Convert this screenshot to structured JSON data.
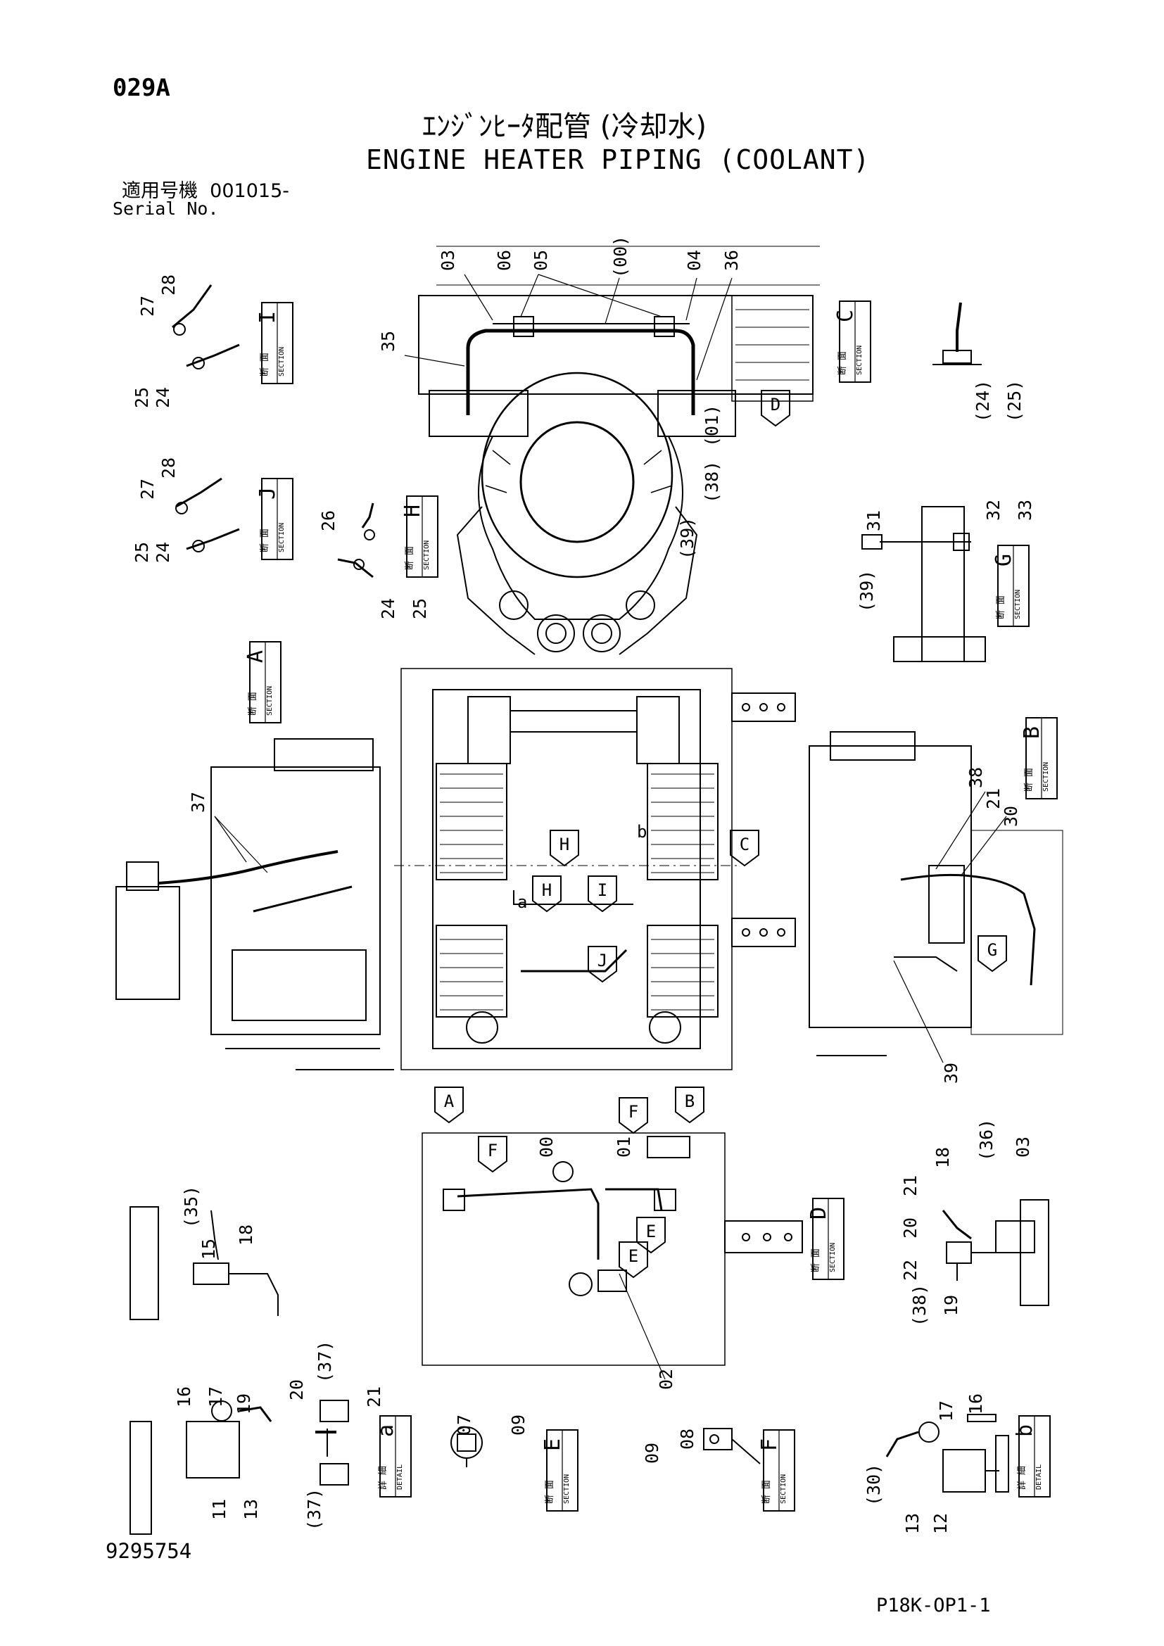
{
  "header": {
    "page_code": "029A",
    "title_jp": "ｴﾝｼﾞﾝﾋｰﾀ配管 (冷却水)",
    "title_en": "ENGINE HEATER PIPING (COOLANT)",
    "serial_label_jp": "適用号機",
    "serial_value": "001015-",
    "serial_label_en": "Serial No."
  },
  "footer": {
    "drawing_number": "9295754",
    "sheet_code": "P18K-OP1-1"
  },
  "section_boxes": [
    {
      "letter": "I",
      "kanji": "断 面",
      "word": "SECTION"
    },
    {
      "letter": "J",
      "kanji": "断 面",
      "word": "SECTION"
    },
    {
      "letter": "H",
      "kanji": "断 面",
      "word": "SECTION"
    },
    {
      "letter": "C",
      "kanji": "断 面",
      "word": "SECTION"
    },
    {
      "letter": "G",
      "kanji": "断 面",
      "word": "SECTION"
    },
    {
      "letter": "A",
      "kanji": "断 面",
      "word": "SECTION"
    },
    {
      "letter": "B",
      "kanji": "断 面",
      "word": "SECTION"
    },
    {
      "letter": "D",
      "kanji": "断 面",
      "word": "SECTION"
    },
    {
      "letter": "E",
      "kanji": "断 面",
      "word": "SECTION"
    },
    {
      "letter": "F",
      "kanji": "断 面",
      "word": "SECTION"
    },
    {
      "letter": "a",
      "kanji": "詳 細",
      "word": "DETAIL"
    },
    {
      "letter": "b",
      "kanji": "詳 細",
      "word": "DETAIL"
    }
  ],
  "part_callouts": [
    "27",
    "28",
    "25",
    "24",
    "27",
    "28",
    "25",
    "24",
    "26",
    "24",
    "25",
    "03",
    "06",
    "05",
    "(00)",
    "04",
    "36",
    "35",
    "(39)",
    "(38)",
    "(01)",
    "(24)",
    "(25)",
    "31",
    "32",
    "33",
    "(39)",
    "37",
    "38",
    "21",
    "30",
    "39",
    "00",
    "01",
    "02",
    "(35)",
    "15",
    "18",
    "18",
    "(36)",
    "03",
    "21",
    "20",
    "22",
    "19",
    "(38)",
    "16",
    "17",
    "19",
    "20",
    "11",
    "13",
    "(37)",
    "21",
    "(37)",
    "07",
    "09",
    "09",
    "08",
    "17",
    "16",
    "(30)",
    "13",
    "12"
  ],
  "view_markers": [
    "D",
    "H",
    "H",
    "I",
    "C",
    "b",
    "a",
    "J",
    "G",
    "A",
    "F",
    "B",
    "F",
    "E",
    "E"
  ]
}
